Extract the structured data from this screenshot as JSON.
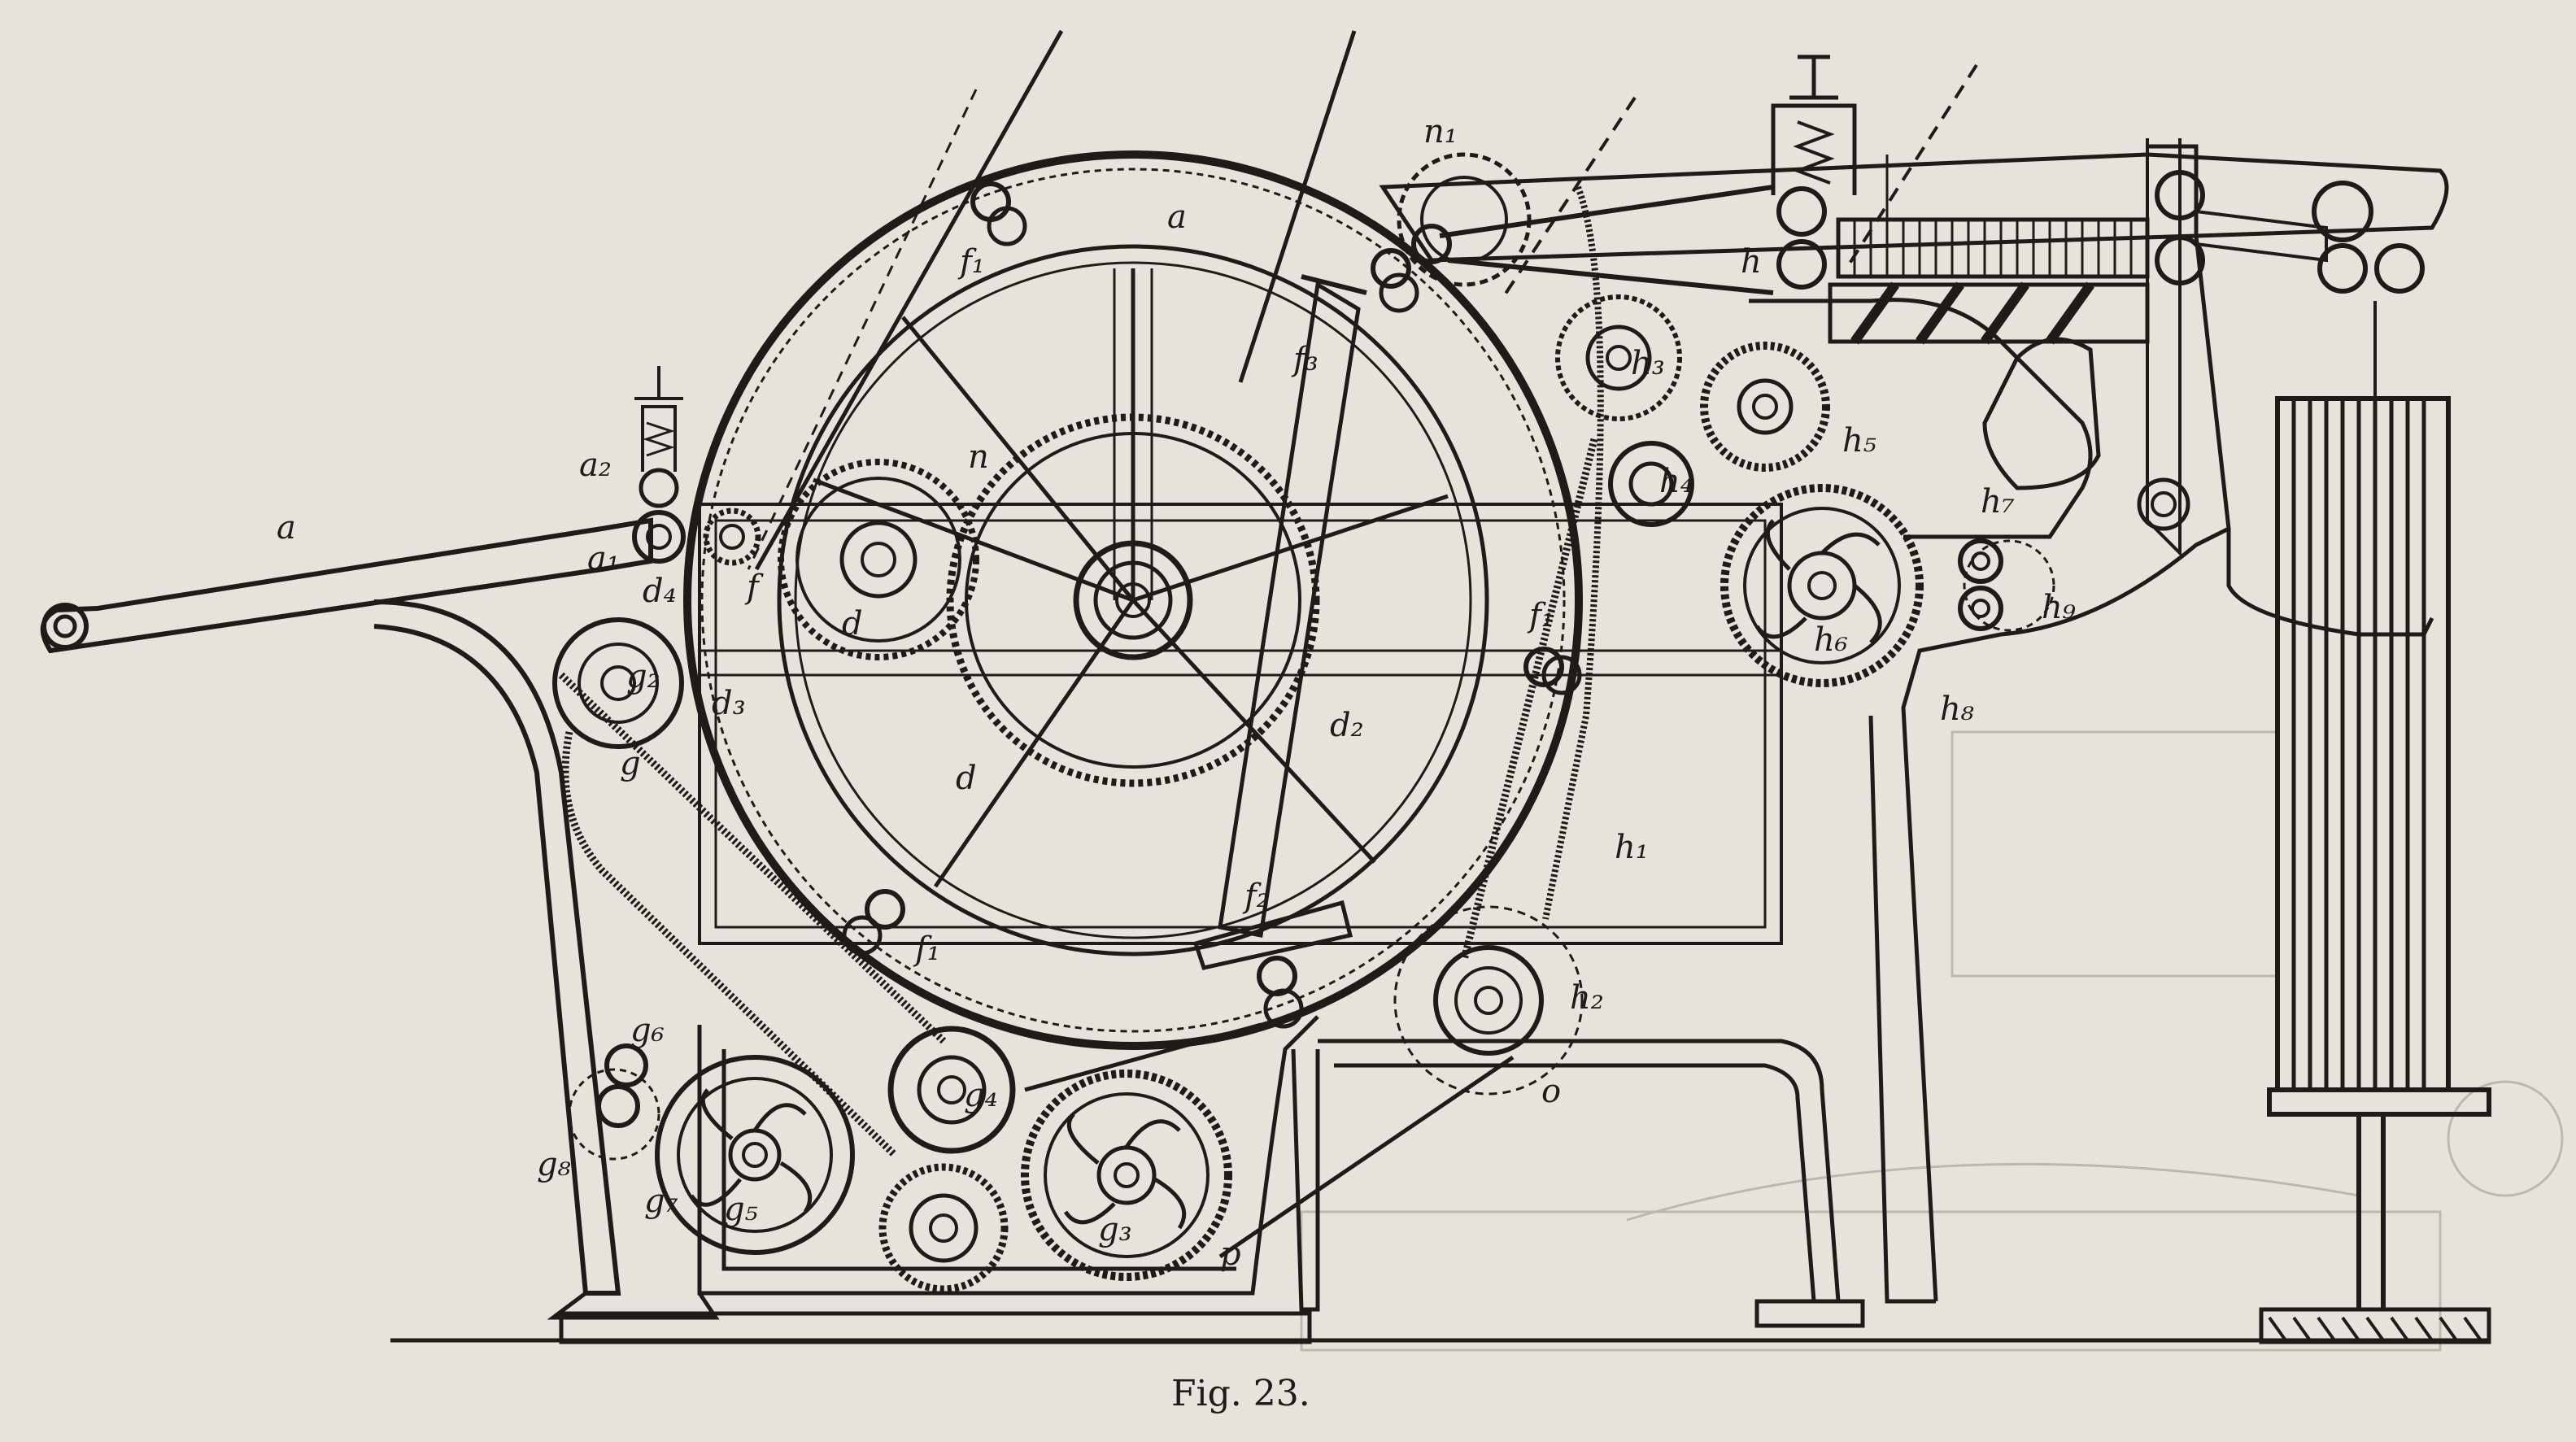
{
  "figure": {
    "caption": "Fig. 23."
  },
  "part_labels": [
    {
      "key": "a",
      "text": "a"
    },
    {
      "key": "a_upper",
      "text": "a"
    },
    {
      "key": "a2",
      "text": "a₂"
    },
    {
      "key": "a1",
      "text": "a₁"
    },
    {
      "key": "d4",
      "text": "d₄"
    },
    {
      "key": "d3",
      "text": "d₃"
    },
    {
      "key": "d2",
      "text": "d₂"
    },
    {
      "key": "d",
      "text": "d"
    },
    {
      "key": "d_hub",
      "text": "d"
    },
    {
      "key": "f",
      "text": "f"
    },
    {
      "key": "f1_top",
      "text": "f₁"
    },
    {
      "key": "f1_right",
      "text": "f₁"
    },
    {
      "key": "f1_bottom",
      "text": "f₁"
    },
    {
      "key": "f2",
      "text": "f₂"
    },
    {
      "key": "f3",
      "text": "f₃"
    },
    {
      "key": "n",
      "text": "n"
    },
    {
      "key": "n1",
      "text": "n₁"
    },
    {
      "key": "g",
      "text": "g"
    },
    {
      "key": "g2",
      "text": "g₂"
    },
    {
      "key": "g3",
      "text": "g₃"
    },
    {
      "key": "g4",
      "text": "g₄"
    },
    {
      "key": "g5",
      "text": "g₅"
    },
    {
      "key": "g6",
      "text": "g₆"
    },
    {
      "key": "g7",
      "text": "g₇"
    },
    {
      "key": "g8",
      "text": "g₈"
    },
    {
      "key": "h",
      "text": "h"
    },
    {
      "key": "h1",
      "text": "h₁"
    },
    {
      "key": "h2",
      "text": "h₂"
    },
    {
      "key": "h3",
      "text": "h₃"
    },
    {
      "key": "h4",
      "text": "h₄"
    },
    {
      "key": "h5",
      "text": "h₅"
    },
    {
      "key": "h6",
      "text": "h₆"
    },
    {
      "key": "h7",
      "text": "h₇"
    },
    {
      "key": "h8",
      "text": "h₈"
    },
    {
      "key": "h9",
      "text": "h₉"
    },
    {
      "key": "o",
      "text": "o"
    },
    {
      "key": "p",
      "text": "p"
    }
  ],
  "colors": {
    "paper": "#e6e3da",
    "ink": "#1e1c19"
  }
}
